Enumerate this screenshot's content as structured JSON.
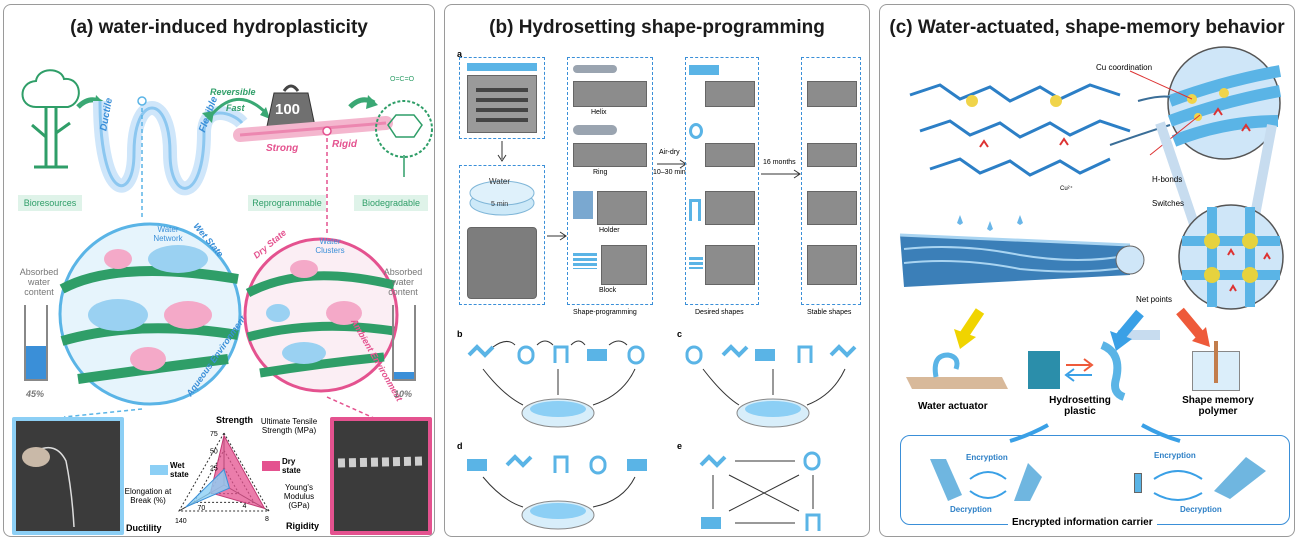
{
  "panel_a": {
    "title": "(a) water-induced hydroplasticity",
    "ductile": "Ductile",
    "flexible": "Flexible",
    "reversible": "Reversible",
    "fast": "Fast",
    "weight": "100",
    "strong": "Strong",
    "rigid": "Rigid",
    "bioresources": "Bioresources",
    "reprogrammable": "Reprogrammable",
    "biodegradable": "Biodegradable",
    "absorbed_left": "Absorbed water content",
    "absorbed_right": "Absorbed water content",
    "pct_left": "45%",
    "pct_right": "10%",
    "wet_state": "Wet State",
    "water_network": "Water Network",
    "aqueous_env": "Aqueous Environment",
    "dry_state": "Dry State",
    "water_clusters": "Water Clusters",
    "ambient_env": "Ambient Environment",
    "radar": {
      "strength": "Strength",
      "uts": "Ultimate Tensile Strength (MPa)",
      "modulus": "Young's Modulus (GPa)",
      "rigidity": "Rigidity",
      "elongation": "Elongation at Break (%)",
      "ductility": "Ductility",
      "wet_legend": "Wet state",
      "dry_legend": "Dry state",
      "ticks_strength": [
        "75",
        "50",
        "25"
      ],
      "ticks_modulus": [
        "4",
        "8"
      ],
      "ticks_elong": [
        "70",
        "140"
      ]
    }
  },
  "panel_b": {
    "title": "(b) Hydrosetting shape-programming",
    "sub_a": "a",
    "water": "Water",
    "five_min": "5 min",
    "helix": "Helix",
    "ring": "Ring",
    "holder": "Holder",
    "block": "Block",
    "air_dry": "Air-dry",
    "air_dry_time": "10–30 min",
    "sixteen_months": "16 months",
    "shape_programming": "Shape-programming",
    "desired_shapes": "Desired shapes",
    "stable_shapes": "Stable shapes",
    "sub_b": "b",
    "sub_c": "c",
    "sub_d": "d",
    "sub_e": "e"
  },
  "panel_c": {
    "title": "(c) Water-actuated, shape-memory behavior",
    "cu_coord": "Cu coordination",
    "hbonds": "H-bonds",
    "switches": "Switches",
    "net_points": "Net points",
    "water_actuator": "Water actuator",
    "hydrosetting": "Hydrosetting plastic",
    "shape_memory": "Shape memory polymer",
    "encryption1": "Encryption",
    "decryption1": "Decryption",
    "encryption2": "Encryption",
    "decryption2": "Decryption",
    "carrier": "Encrypted information carrier",
    "cu_label": "Cu²⁺"
  },
  "colors": {
    "wet_blue": "#5ab4e6",
    "dry_pink": "#e4528f",
    "green": "#2f9e68",
    "accent_blue": "#2c7fc6"
  }
}
